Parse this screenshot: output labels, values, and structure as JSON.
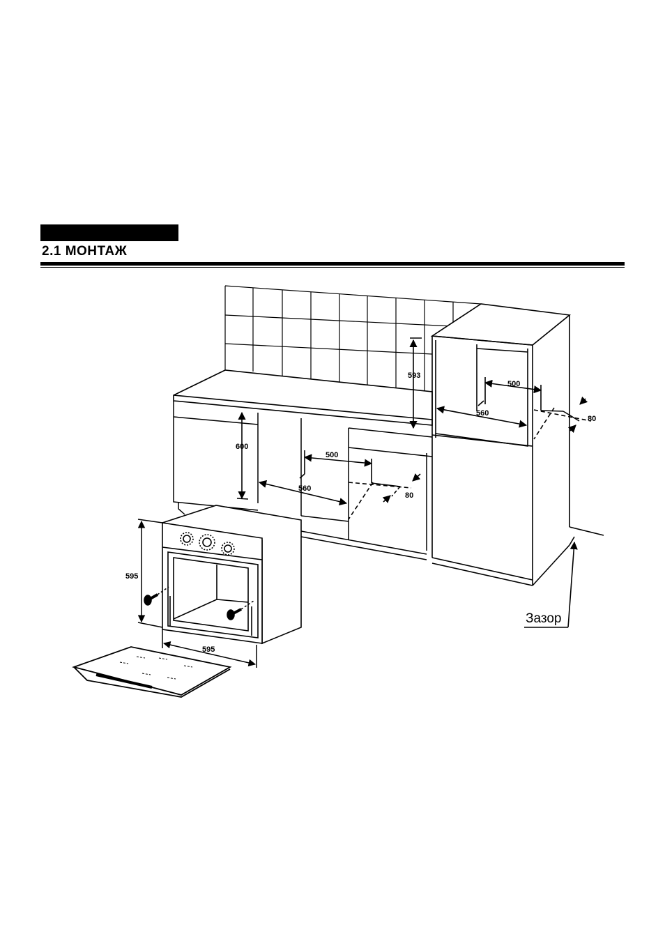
{
  "section": {
    "title": "2.1  МОНТАЖ"
  },
  "diagram": {
    "dimensions": {
      "column_height": "593",
      "column_depth": "500",
      "column_width": "560",
      "column_gap": "80",
      "under_height": "600",
      "under_depth": "500",
      "under_width": "560",
      "under_gap": "80",
      "oven_height": "595",
      "oven_width": "595"
    },
    "gap_label": "Зазор"
  }
}
